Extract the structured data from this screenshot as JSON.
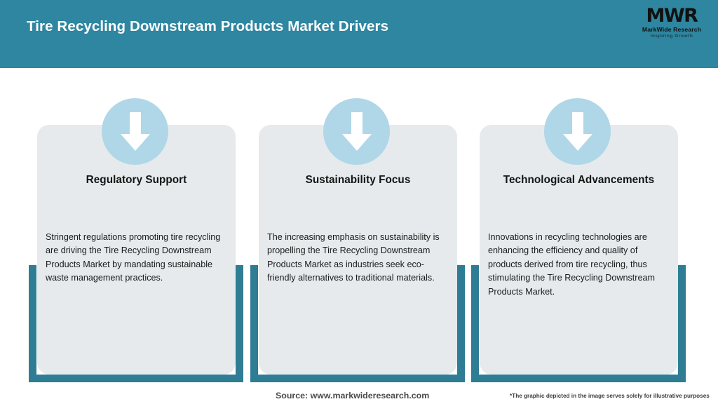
{
  "header": {
    "title": "Tire Recycling Downstream Products Market Drivers",
    "background_color": "#2E86A0",
    "logo": {
      "mark": "MWR",
      "name": "MarkWide Research",
      "tagline": "Inspiring Growth"
    }
  },
  "theme": {
    "header_teal": "#2E86A0",
    "bracket_teal": "#2E7D94",
    "card_background": "#E6EAEC",
    "badge_blue": "#AFD7E8",
    "arrow_white": "#FFFFFF",
    "page_background": "#FFFFFF"
  },
  "cards": [
    {
      "icon": "down-arrow-icon",
      "heading": "Regulatory Support",
      "body": "Stringent regulations promoting tire recycling are driving the Tire Recycling Downstream Products Market by mandating sustainable waste management practices."
    },
    {
      "icon": "down-arrow-icon",
      "heading": "Sustainability Focus",
      "body": "The increasing emphasis on sustainability is propelling the Tire Recycling Downstream Products Market as industries seek eco-friendly alternatives to traditional materials."
    },
    {
      "icon": "down-arrow-icon",
      "heading": "Technological Advancements",
      "body": "Innovations in recycling technologies are enhancing the efficiency and quality of products derived from tire recycling, thus stimulating the Tire Recycling Downstream Products Market."
    }
  ],
  "footer": {
    "source": "Source: www.markwideresearch.com",
    "disclaimer": "*The graphic depicted in the image serves solely for illustrative purposes"
  }
}
